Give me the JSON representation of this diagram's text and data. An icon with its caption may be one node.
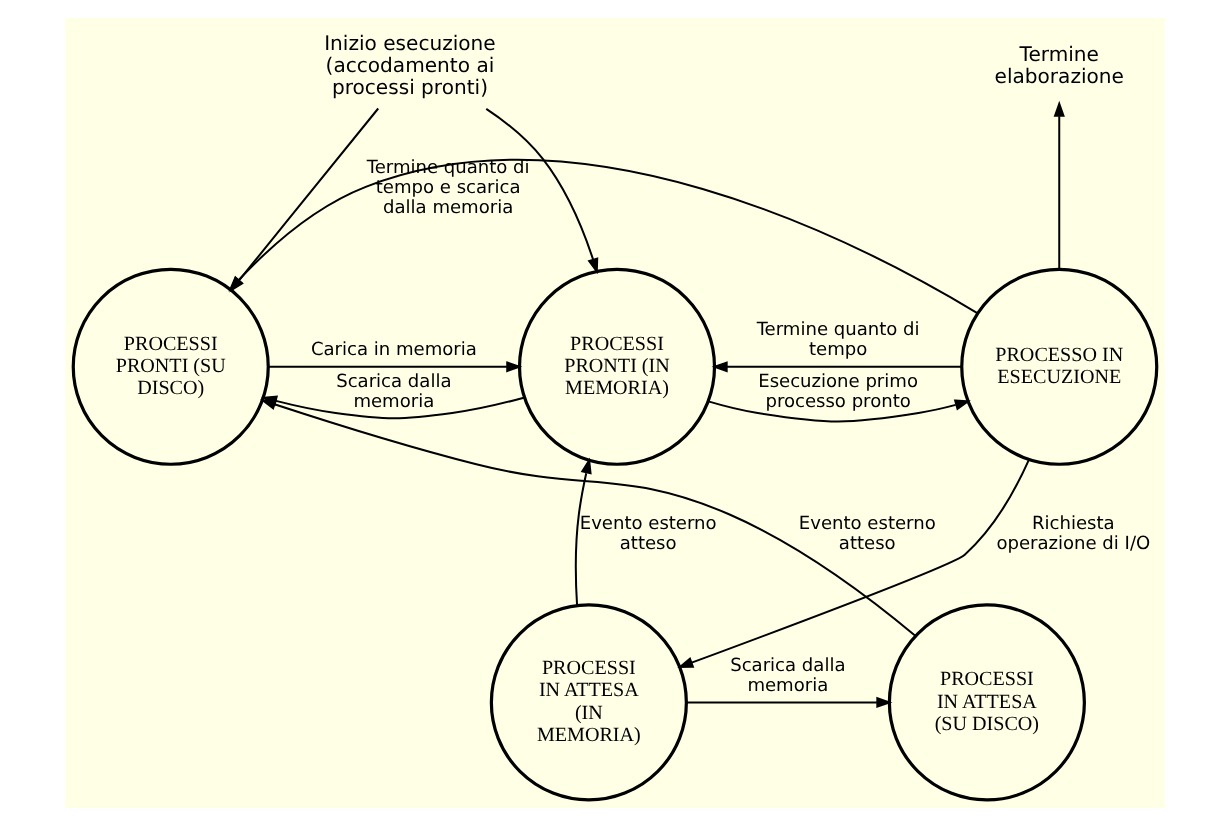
{
  "diagram": {
    "nodes": [
      {
        "text": [
          "Inizio esecuzione (accodamento ai processi pronti)"
        ]
      },
      {
        "text": [
          "PROCESSI PRONTI (SU DISCO)"
        ]
      },
      {
        "text": [
          "PROCESSI PRONTI (IN MEMORIA)"
        ]
      },
      {
        "text": [
          "PROCESSO IN ESECUZIONE"
        ]
      },
      {
        "text": [
          "Termine elaborazione"
        ]
      },
      {
        "text": [
          "PROCESSI IN ATTESA (SU DISCO)"
        ]
      },
      {
        "text": [
          "PROCESSI IN ATTESA (IN MEMORIA)"
        ]
      }
    ],
    "edges": [
      {
        "from": 0,
        "to": 1,
        "arrow": "to"
      },
      {
        "from": 0,
        "to": 2,
        "arrow": "to"
      },
      {
        "from": 1,
        "to": 2,
        "arrow": "to",
        "label": "Carica in memoria"
      },
      {
        "from": 2,
        "to": 1,
        "arrow": "to",
        "label": "Scarica dalla memoria"
      },
      {
        "from": 2,
        "to": 3,
        "arrow": "to",
        "label": "Esecuzione primo processo pronto"
      },
      {
        "from": 3,
        "to": 2,
        "arrow": "to",
        "label": "Termine quanto di tempo"
      },
      {
        "from": 3,
        "to": 1,
        "arrow": "to",
        "label": "Termine quanto di tempo e scarica dalla memoria"
      },
      {
        "from": 3,
        "to": 4,
        "arrow": "to"
      },
      {
        "from": 3,
        "to": 6,
        "arrow": "to",
        "label": "Richiesta operazione di I/O"
      },
      {
        "from": 6,
        "to": 2,
        "arrow": "to",
        "label": "Evento esterno atteso"
      },
      {
        "from": 6,
        "to": 5,
        "arrow": "to",
        "label": "Scarica dalla memoria"
      },
      {
        "from": 5,
        "to": 1,
        "arrow": "to",
        "label": "Evento esterno atteso"
      }
    ]
  }
}
